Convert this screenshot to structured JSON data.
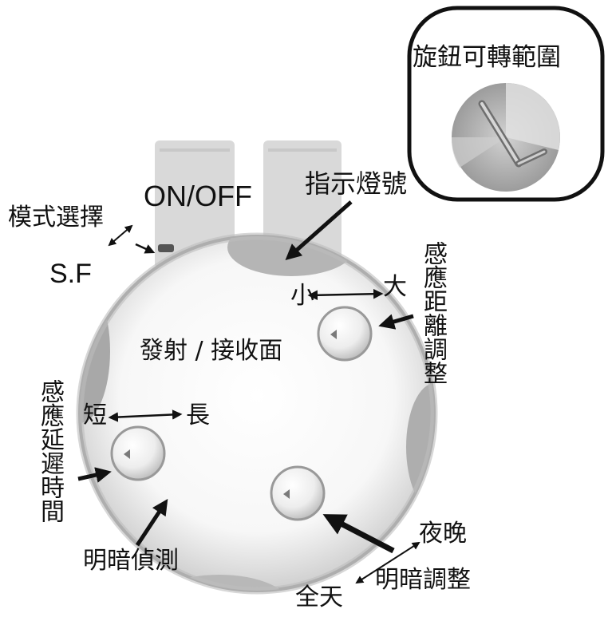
{
  "diagram": {
    "knob_range_label": "旋鈕可轉範圍",
    "indicator_label": "指示燈號",
    "on_off_label": "ON/OFF",
    "mode_select_label": "模式選擇",
    "sf_label": "S.F",
    "emit_receive_label": "發射 / 接收面",
    "small_label": "小",
    "large_label": "大",
    "distance_adjust_label": "感應距離調整",
    "short_label": "短",
    "long_label": "長",
    "delay_time_label": "感應延遲時間",
    "light_detect_label": "明暗偵測",
    "night_label": "夜晚",
    "light_adjust_label": "明暗調整",
    "all_day_label": "全天"
  },
  "colors": {
    "ink": "#111111",
    "panel_gray": "#d6d6d6",
    "dial_gray": "#a9a9a9",
    "dial_light": "#dcdcdc",
    "knob_face": "#e8e8e8"
  }
}
